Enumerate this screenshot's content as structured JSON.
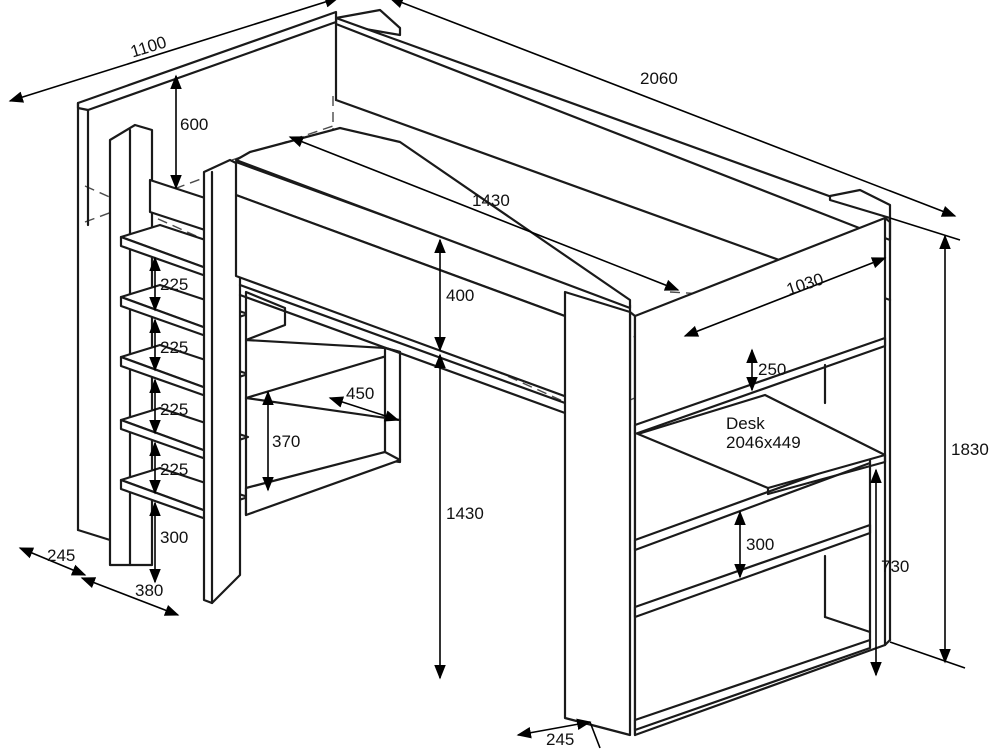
{
  "dimensions": {
    "overall_depth": "1100",
    "overall_length": "2060",
    "overall_height": "1830",
    "guard_height": "600",
    "mattress_length": "1430",
    "mattress_width": "1030",
    "front_panel_height": "400",
    "clearance_height": "1430",
    "ladder_step_1": "225",
    "ladder_step_2": "225",
    "ladder_step_3": "225",
    "ladder_step_4": "225",
    "ladder_bottom_gap": "300",
    "ladder_depth": "245",
    "ladder_width": "380",
    "inner_shelf_depth": "450",
    "inner_shelf_gap": "370",
    "right_top_gap": "250",
    "right_mid_gap": "300",
    "desk_height": "730",
    "leg_depth": "245"
  },
  "desk_label": {
    "line1": "Desk",
    "line2": "2046x449"
  },
  "colors": {
    "line": "#1a1a1a",
    "background": "#ffffff"
  }
}
